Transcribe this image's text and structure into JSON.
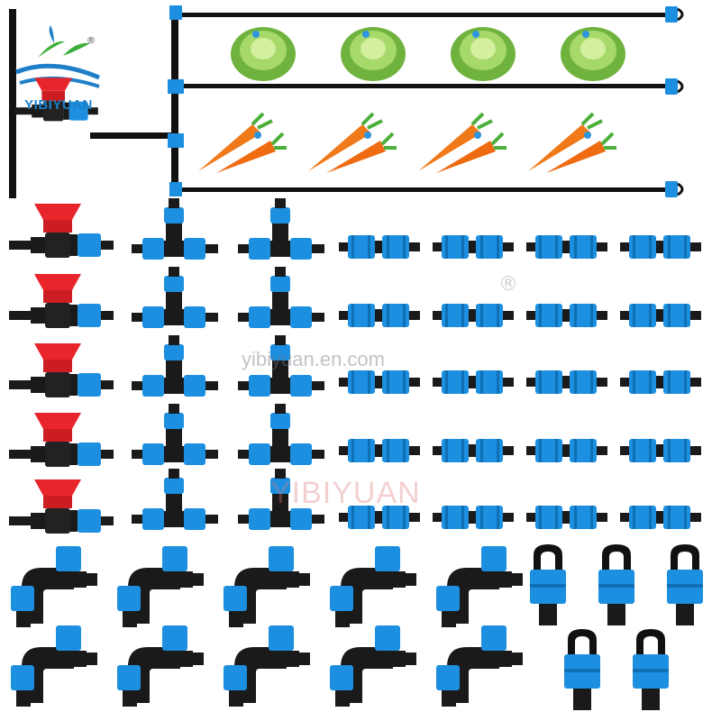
{
  "brand": {
    "name": "YIBIYUAN",
    "registered_mark": "®"
  },
  "watermark": {
    "url": "yibiyuan.en.com",
    "brand": "YIBIYUAN",
    "registered_mark": "®"
  },
  "colors": {
    "fitting_blue": "#1c8fe0",
    "fitting_black": "#1a1a1a",
    "valve_red": "#e8252b",
    "pipe": "#111111",
    "lettuce": "#7dc24a",
    "carrot": "#f07a1a"
  },
  "product_groups": [
    {
      "name": "valve",
      "count": 5
    },
    {
      "name": "tee",
      "count": 10
    },
    {
      "name": "straight-coupling",
      "count": 20
    },
    {
      "name": "elbow",
      "count": 10
    },
    {
      "name": "end-plug",
      "count": 5
    }
  ]
}
